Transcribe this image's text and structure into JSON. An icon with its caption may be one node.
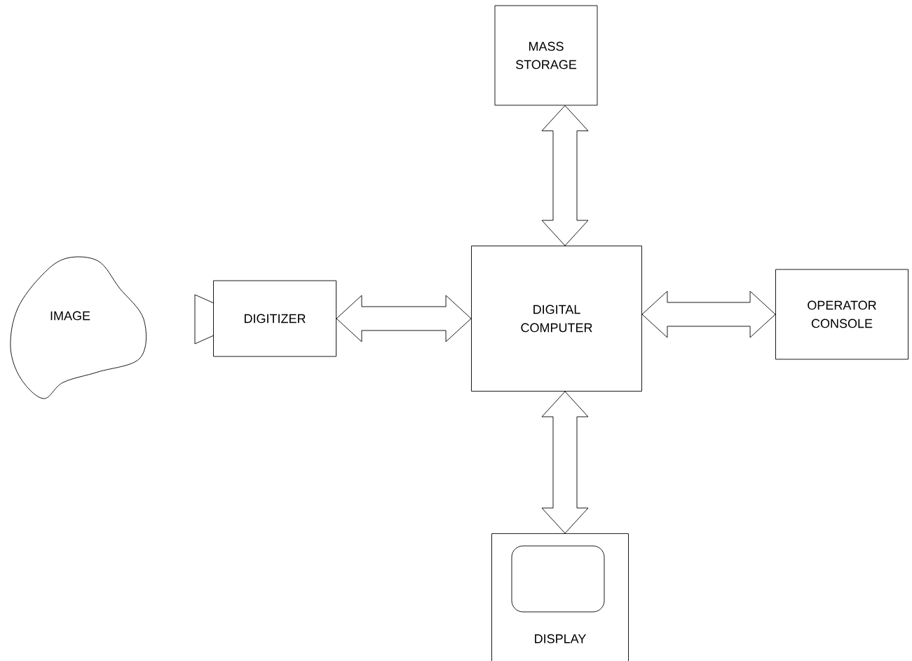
{
  "diagram": {
    "nodes": [
      {
        "text": [
          "IMAGE"
        ]
      },
      {
        "text": [
          "DIGITIZER"
        ]
      },
      {
        "text": [
          "MASS STORAGE"
        ]
      },
      {
        "text": [
          "DIGITAL COMPUTER"
        ]
      },
      {
        "text": [
          "OPERATOR CONSOLE"
        ]
      },
      {
        "text": [
          "DISPLAY"
        ]
      }
    ],
    "edges": [
      {
        "from": 2,
        "to": 3,
        "arrow": "both"
      },
      {
        "from": 1,
        "to": 3,
        "arrow": "both"
      },
      {
        "from": 3,
        "to": 4,
        "arrow": "both"
      },
      {
        "from": 3,
        "to": 5,
        "arrow": "both"
      }
    ]
  }
}
